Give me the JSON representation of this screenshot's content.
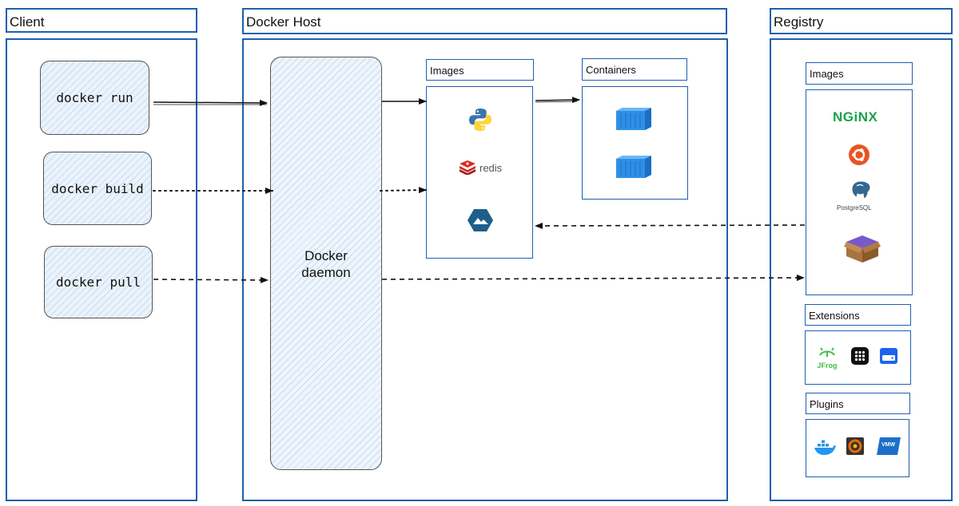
{
  "client": {
    "title": "Client",
    "commands": [
      "docker run",
      "docker build",
      "docker pull"
    ]
  },
  "host": {
    "title": "Docker Host",
    "daemon_line1": "Docker",
    "daemon_line2": "daemon",
    "images_title": "Images",
    "containers_title": "Containers",
    "redis_label": "redis",
    "image_icons": [
      "python-icon",
      "redis-icon",
      "alpine-icon"
    ],
    "container_icons": [
      "container-icon",
      "container-icon"
    ]
  },
  "registry": {
    "title": "Registry",
    "images_title": "Images",
    "nginx_label": "NGiNX",
    "postgres_label": "PostgreSQL",
    "extensions_title": "Extensions",
    "jfrog_label": "JFrog",
    "plugins_title": "Plugins",
    "vmware_label": "VMW",
    "image_icons": [
      "nginx-icon",
      "ubuntu-icon",
      "postgresql-icon",
      "package-box-icon"
    ],
    "extension_icons": [
      "jfrog-icon",
      "grid-app-icon",
      "disk-icon"
    ],
    "plugin_icons": [
      "docker-whale-icon",
      "grafana-icon",
      "vmware-icon"
    ]
  },
  "colors": {
    "border": "#1f5fb0",
    "container_blue": "#2f8fe6",
    "nginx_green": "#1aa34a",
    "ubuntu_orange": "#e95420",
    "redis_red": "#d82c20",
    "python_blue": "#3a75b0",
    "python_yellow": "#ffd43b"
  }
}
